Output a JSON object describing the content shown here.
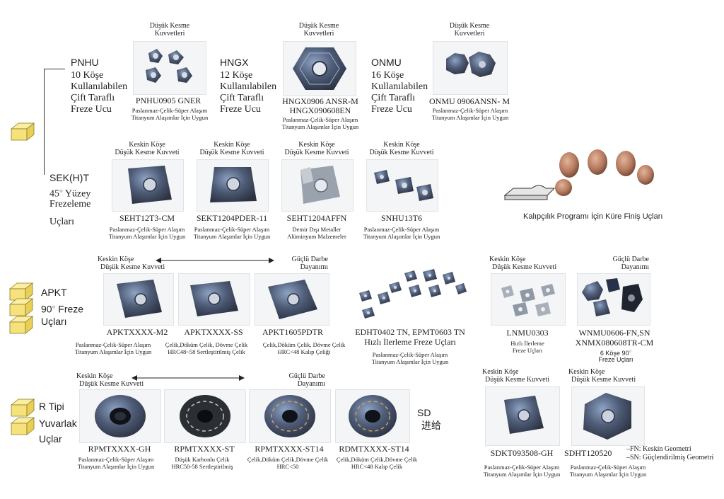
{
  "colors": {
    "cube": "#f6e27a",
    "cube_stroke": "#8a7b2a",
    "insert_dark": "#3a4150",
    "insert_blue": "#5b6f8f",
    "insert_copper": "#b47a5e"
  },
  "icons": [
    "cube-icon",
    "insert-image",
    "arrow-icon",
    "mold-surface-icon"
  ],
  "group1": {
    "pnhu": {
      "name": "PNHU",
      "line1": "10 Köşe",
      "line2": "Kullanılabilen",
      "line3": "Çift Taraflı",
      "line4": "Freze Ucu",
      "head1": "Düşük Kesme",
      "head2": "Kuvvetleri",
      "code": "PNHU0905  GNER",
      "note1": "Paslanmaz-Çelik-Süper Alaşım",
      "note2": "Titanyum Alaşımlar İçin Uygun"
    },
    "hngx": {
      "name": "HNGX",
      "line1": "12 Köşe",
      "line2": "Kullanılabilen",
      "line3": "Çift Taraflı",
      "line4": "Freze Ucu",
      "head1": "Düşük Kesme",
      "head2": "Kuvvetleri",
      "code1": "HNGX0906  ANSR-M",
      "code2": "HNGX090608EN",
      "note1": "Paslanmaz-Çelik-Süper Alaşım",
      "note2": "Titanyum Alaşımlar İçin Uygun"
    },
    "onmu": {
      "name": "ONMU",
      "line1": "16 Köşe",
      "line2": "Kullanılabilen",
      "line3": "Çift Taraflı",
      "line4": "Freze Ucu",
      "head1": "Düşük Kesme",
      "head2": "Kuvvetleri",
      "code": "ONMU 0906ANSN- M",
      "note1": "Paslanmaz-Çelik-Süper Alaşım",
      "note2": "Titanyum Alaşımlar İçin Uygun"
    }
  },
  "group2": {
    "title1": "SEK(H)T",
    "title2": "45",
    "title2_sup": "○",
    "title2_rest": " Yüzey",
    "title3": "Frezeleme",
    "title4": "Uçları",
    "items": [
      {
        "head1": "Keskin Köşe",
        "head2": "Düşük Kesme Kuvveti",
        "code": "SEHT12T3-CM",
        "note1": "Paslanmaz-Çelik-Süper Alaşım",
        "note2": "Titanyum Alaşımlar İçin Uygun"
      },
      {
        "head1": "Keskin Köşe",
        "head2": "Düşük Kesme Kuvveti",
        "code": "SEKT1204PDER-11",
        "note1": "Paslanmaz-Çelik-Süper Alaşım",
        "note2": "Titanyum Alaşımlar İçin Uygun"
      },
      {
        "head1": "Keskin Köşe",
        "head2": "Düşük Kesme Kuvveti",
        "code": "SEHT1204AFFN",
        "note1": "Demir Dışı Metaller",
        "note2": "Alüminyum Malzemeler"
      },
      {
        "head1": "Keskin Köşe",
        "head2": "Düşük Kesme Kuvveti",
        "code": "SNHU13T6",
        "note1": "Paslanmaz-Çelik-Süper Alaşım",
        "note2": "Titanyum Alaşımlar İçin Uygun"
      }
    ],
    "mold_label": "Kalıpçılık Programı İçin Küre Finiş Uçları"
  },
  "group3": {
    "title1": "APKT",
    "title2": "90",
    "title2_sup": "○",
    "title2_rest": " Freze",
    "title3": "Uçları",
    "left_head1": "Keskin Köşe",
    "left_head2": "Düşük Kesme Kuvveti",
    "right_head1": "Güçlü Darbe",
    "right_head2": "Dayanımı",
    "items": [
      {
        "code": "APKTXXXX-M2",
        "note1": "Paslanmaz-Çelik-Süper Alaşım",
        "note2": "Titanyum Alaşımlar İçin Uygun"
      },
      {
        "code": "APKTXXXX-SS",
        "note1": "Çelik,Döküm Çelik, Dövme Çelik",
        "note2": "HRC48~58 Sertleştirilmiş Çelik"
      },
      {
        "code": "APKT1605PDTR",
        "note1": "Çelik,Döküm Çelik, Dövme Çelik",
        "note2": "HRC<48 Kalıp Çeliği"
      }
    ],
    "edht": {
      "code": "EDHT0402 TN,     EPMT0603 TN",
      "sub": "Hızlı İlerleme Freze Uçları",
      "note1": "Paslanmaz-Çelik-Süper Alaşım",
      "note2": "Titanyum Alaşımlar İçin Uygun"
    },
    "lnmu": {
      "head1": "Keskin Köşe",
      "head2": "Düşük Kesme Kuvveti",
      "code": "LNMU0303",
      "sub1": "Hızlı İlerleme",
      "sub2": "Freze Uçları"
    },
    "wnmu": {
      "head1": "Güçlü Darbe",
      "head2": "Dayanımı",
      "code1": "WNMU0606-FN,SN",
      "code2": "XNMX080608TR-CM",
      "sub1": "6 Köşe 90",
      "sub1_sup": "○",
      "sub2": "Freze Uçları"
    }
  },
  "group4": {
    "title1": "R Tipi",
    "title2": "Yuvarlak",
    "title3": "Uçlar",
    "left_head1": "Keskin Köşe",
    "left_head2": "Düşük Kesme Kuvveti",
    "right_head1": "Güçlü Darbe",
    "right_head2": "Dayanımı",
    "items": [
      {
        "code": "RPMTXXXX-GH",
        "note1": "Paslanmaz-Çelik-Süper Alaşım",
        "note2": "Titanyum Alaşımlar İçin Uygun"
      },
      {
        "code": "RPMTXXXX-ST",
        "note1": "Düşük Karbonlu Çelik",
        "note2": "HRC50-58 Sertleştirilmiş"
      },
      {
        "code": "RPMTXXXX-ST14",
        "note1": "Çelik,Döküm Çelik,Dövme Çelik",
        "note2": "HRC<50"
      },
      {
        "code": "RDMTXXXX-ST14",
        "note1": "Çelik,Döküm Çelik,Dövme Çelik",
        "note2": "HRC<48 Kalıp Çelik"
      }
    ],
    "sd1": "SD",
    "sd2": "进给",
    "sdkt": {
      "head1": "Keskin Köşe",
      "head2": "Düşük Kesme Kuvveti",
      "code": "SDKT093508-GH",
      "note1": "Paslanmaz-Çelik-Süper Alaşım",
      "note2": "Titanyum Alaşımlar İçin Uygun"
    },
    "sdht": {
      "head1": "Keskin Köşe",
      "head2": "Düşük Kesme Kuvveti",
      "code": "SDHT120520",
      "note1": "Paslanmaz-Çelik-Süper Alaşım",
      "note2": "Titanyum Alaşımlar İçin Uygun",
      "fn": "–FN: Keskin Geometri",
      "sn": "–SN: Güçlendirilmiş Geometri"
    }
  }
}
